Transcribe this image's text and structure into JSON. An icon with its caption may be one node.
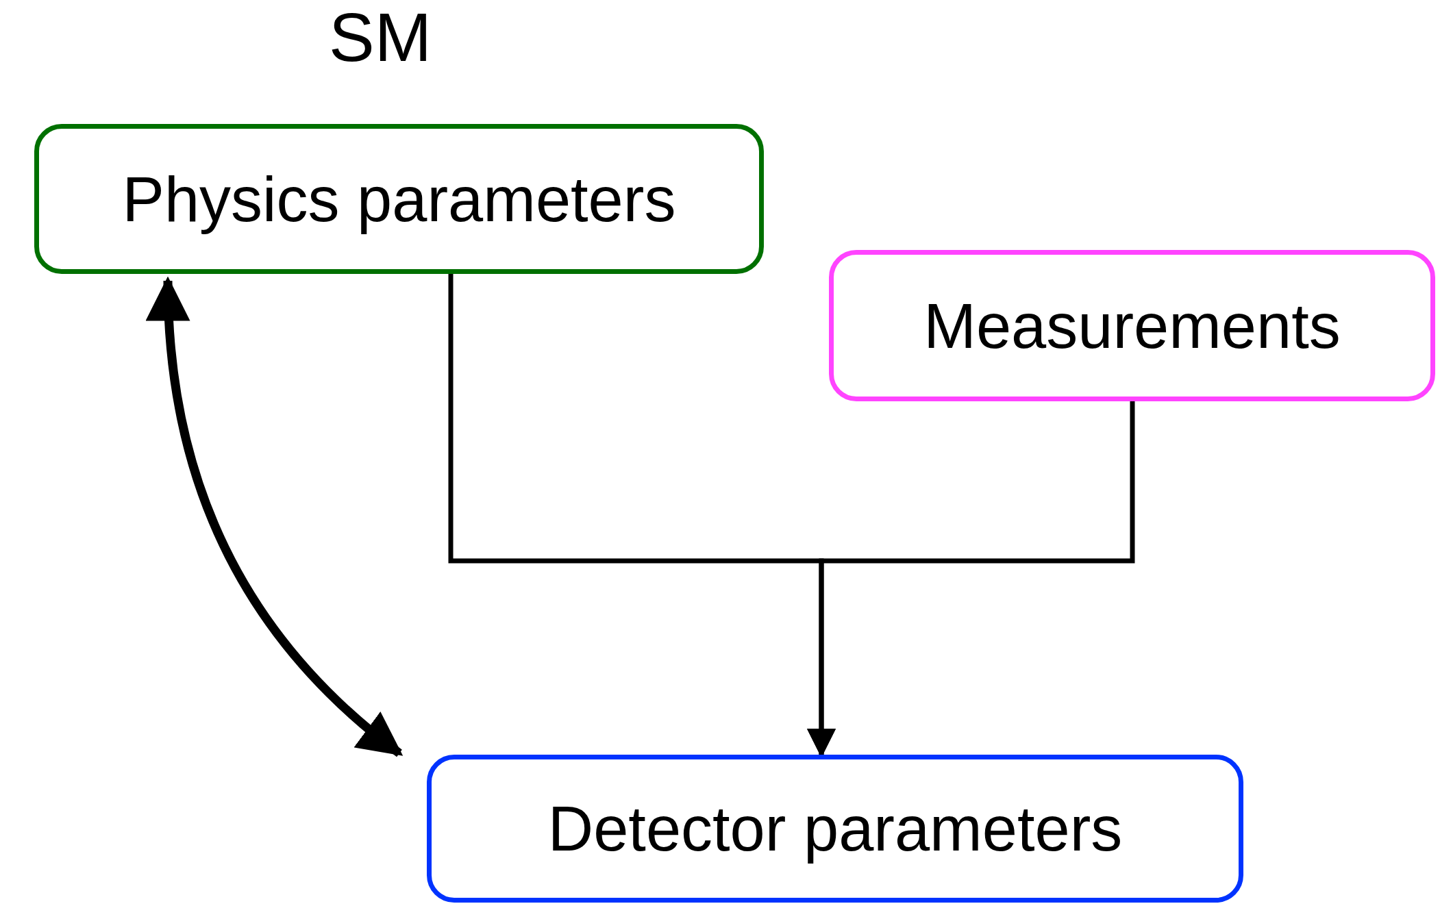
{
  "diagram": {
    "nodes": [
      {
        "text": [
          "Physics parameters"
        ]
      },
      {
        "text": [
          "Measurements"
        ]
      },
      {
        "text": [
          "Detector parameters"
        ]
      }
    ],
    "edges": [
      {
        "from": 0,
        "to": 2,
        "arrow": "to"
      },
      {
        "from": 1,
        "to": 2,
        "arrow": "to"
      },
      {
        "from": 0,
        "to": 2,
        "arrow": "both",
        "style": "thick"
      }
    ],
    "labels": [
      "SM"
    ]
  }
}
